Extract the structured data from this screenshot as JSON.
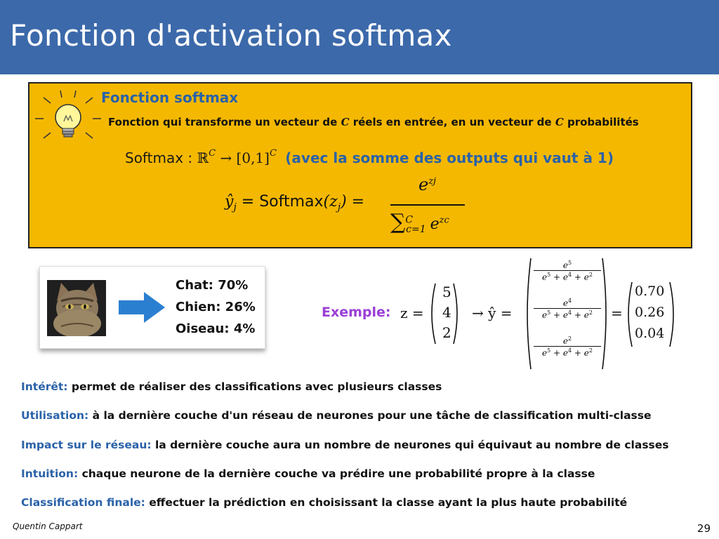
{
  "slide": {
    "title": "Fonction d'activation softmax",
    "author": "Quentin Cappart",
    "page_number": "29"
  },
  "definition": {
    "title": "Fonction softmax",
    "description_parts": [
      "Fonction qui transforme un vecteur de ",
      "C",
      " réels en entrée, en un vecteur de ",
      "C",
      " probabilités"
    ],
    "softmax_label": "Softmax : ",
    "domain": "ℝ",
    "domain_sup": "C",
    "arrow_range": " → [0,1]",
    "range_sup": "C",
    "note": "(avec la somme des outputs qui vaut à 1)",
    "formula_lhs_var": "ŷ",
    "formula_lhs_sub": "j",
    "formula_eq1": " = ",
    "formula_func": "Softmax",
    "formula_arg": "(z",
    "formula_arg_sub": "j",
    "formula_arg_close": ") =",
    "numerator": "e",
    "numerator_sup": "zj",
    "denominator_sum": "∑",
    "denominator_upper": "C",
    "denominator_lower": "c=1",
    "denominator_term": "e",
    "denominator_sup": "zc"
  },
  "classification_card": {
    "image_alt": "cat photo",
    "arrow_color": "#2a7fd0",
    "results": [
      "Chat: 70%",
      "Chien: 26%",
      "Oiseau: 4%"
    ]
  },
  "example": {
    "label": "Exemple:",
    "z_prefix": "z =",
    "z_values": [
      "5",
      "4",
      "2"
    ],
    "arrow_y": "→ ŷ =",
    "fractions": [
      {
        "num_base": "e",
        "num_exp": "5",
        "den": [
          "e",
          "5",
          " + ",
          "e",
          "4",
          " + ",
          "e",
          "2"
        ]
      },
      {
        "num_base": "e",
        "num_exp": "4",
        "den": [
          "e",
          "5",
          " + ",
          "e",
          "4",
          " + ",
          "e",
          "2"
        ]
      },
      {
        "num_base": "e",
        "num_exp": "2",
        "den": [
          "e",
          "5",
          " + ",
          "e",
          "4",
          " + ",
          "e",
          "2"
        ]
      }
    ],
    "equals": "=",
    "result_values": [
      "0.70",
      "0.26",
      "0.04"
    ]
  },
  "bullets": [
    {
      "label": "Intérêt:",
      "text": " permet de réaliser des classifications avec plusieurs classes"
    },
    {
      "label": "Utilisation:",
      "text": " à la dernière couche d'un réseau de neurones pour une tâche de classification multi-classe"
    },
    {
      "label": "Impact sur le réseau:",
      "text": " la dernière couche aura un nombre de neurones qui équivaut au nombre de classes"
    },
    {
      "label": "Intuition:",
      "text": " chaque neurone de la dernière couche va prédire une probabilité propre à la classe"
    },
    {
      "label": "Classification finale:",
      "text": " effectuer la prédiction en choisissant la classe ayant la plus haute probabilité"
    }
  ],
  "colors": {
    "title_bar": "#3c69aa",
    "box_background": "#f5b800",
    "label_blue": "#2a62a8",
    "example_purple": "#9b3fd6"
  }
}
